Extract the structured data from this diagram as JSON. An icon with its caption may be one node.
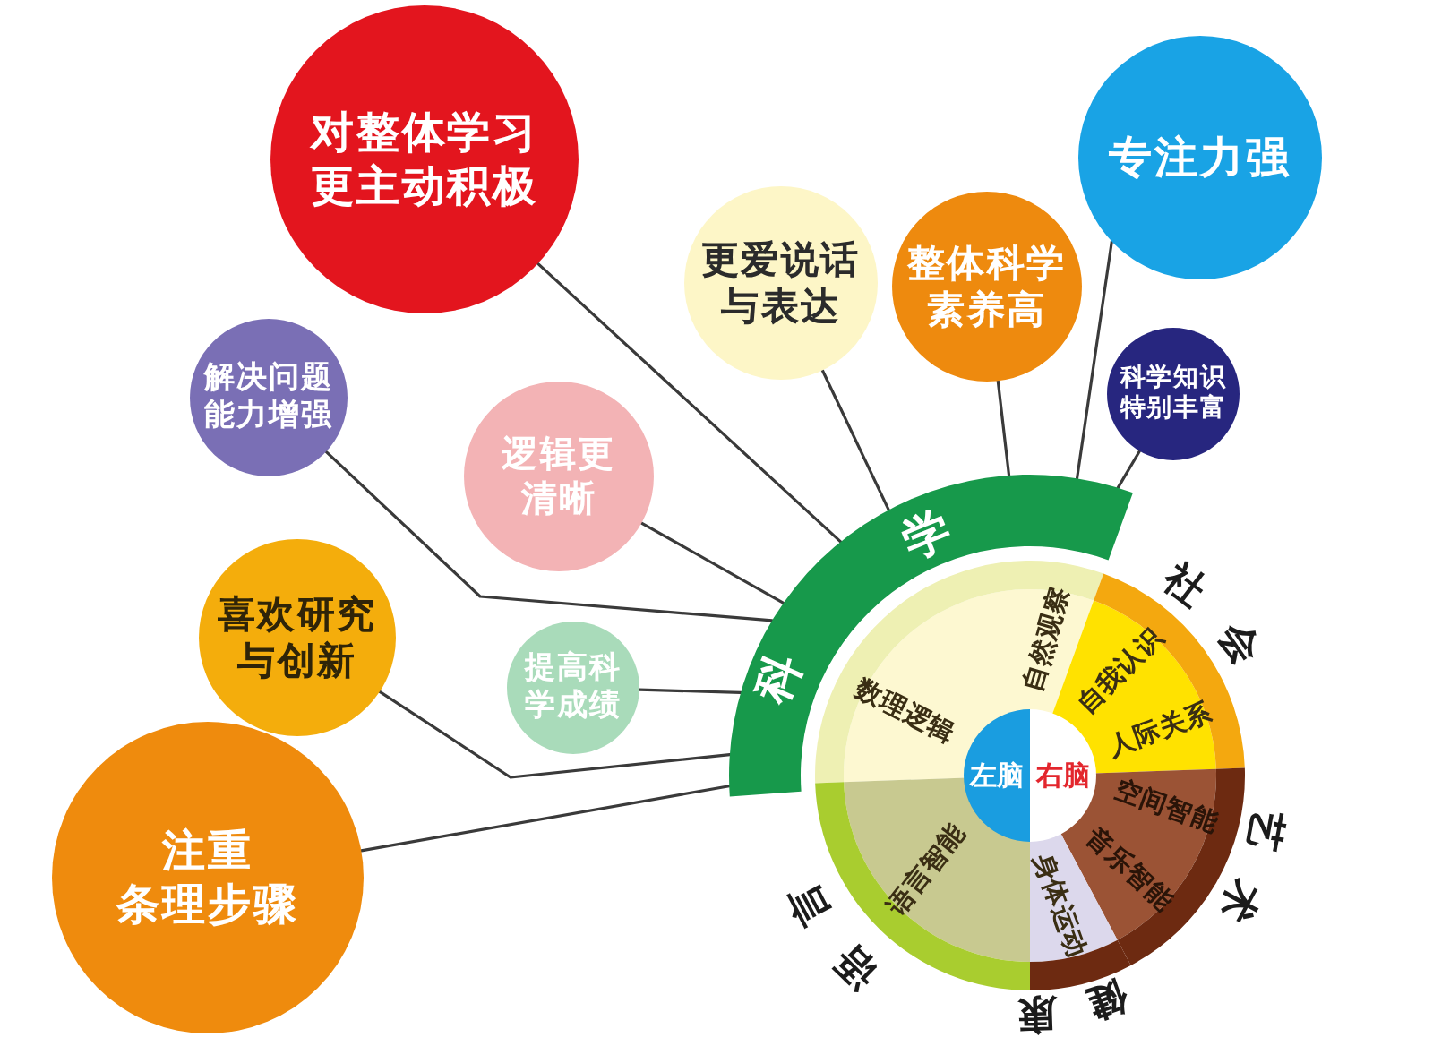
{
  "diagram": {
    "nodes": [
      {
        "text": [
          "对整体学习更主动积极"
        ]
      },
      {
        "text": [
          "专注力强"
        ]
      },
      {
        "text": [
          "整体科学素养高"
        ]
      },
      {
        "text": [
          "更爱说话与表达"
        ]
      },
      {
        "text": [
          "科学知识特别丰富"
        ]
      },
      {
        "text": [
          "解决问题能力增强"
        ]
      },
      {
        "text": [
          "逻辑更清晰"
        ]
      },
      {
        "text": [
          "科学"
        ]
      },
      {
        "text": [
          "喜欢研究与创新"
        ]
      },
      {
        "text": [
          "提高科学成绩"
        ]
      },
      {
        "text": [
          "注重条理步骤"
        ]
      },
      {
        "text": [
          "数理逻辑",
          "自然观察"
        ]
      },
      {
        "text": [
          "社会",
          "自我认识",
          "人际关系"
        ]
      },
      {
        "text": [
          "艺术",
          "空间智能",
          "音乐智能"
        ]
      },
      {
        "text": [
          "健康",
          "身体运动"
        ]
      },
      {
        "text": [
          "语言",
          "语言智能"
        ]
      },
      {
        "text": [
          "左脑"
        ]
      },
      {
        "text": [
          "右脑"
        ]
      }
    ],
    "edges": [
      {
        "from": 0,
        "to": 7,
        "arrow": "none"
      },
      {
        "from": 1,
        "to": 7,
        "arrow": "none"
      },
      {
        "from": 2,
        "to": 7,
        "arrow": "none"
      },
      {
        "from": 3,
        "to": 7,
        "arrow": "none"
      },
      {
        "from": 4,
        "to": 7,
        "arrow": "none"
      },
      {
        "from": 5,
        "to": 7,
        "arrow": "none"
      },
      {
        "from": 6,
        "to": 7,
        "arrow": "none"
      },
      {
        "from": 8,
        "to": 7,
        "arrow": "none"
      },
      {
        "from": 9,
        "to": 7,
        "arrow": "none"
      },
      {
        "from": 10,
        "to": 7,
        "arrow": "none"
      }
    ]
  }
}
